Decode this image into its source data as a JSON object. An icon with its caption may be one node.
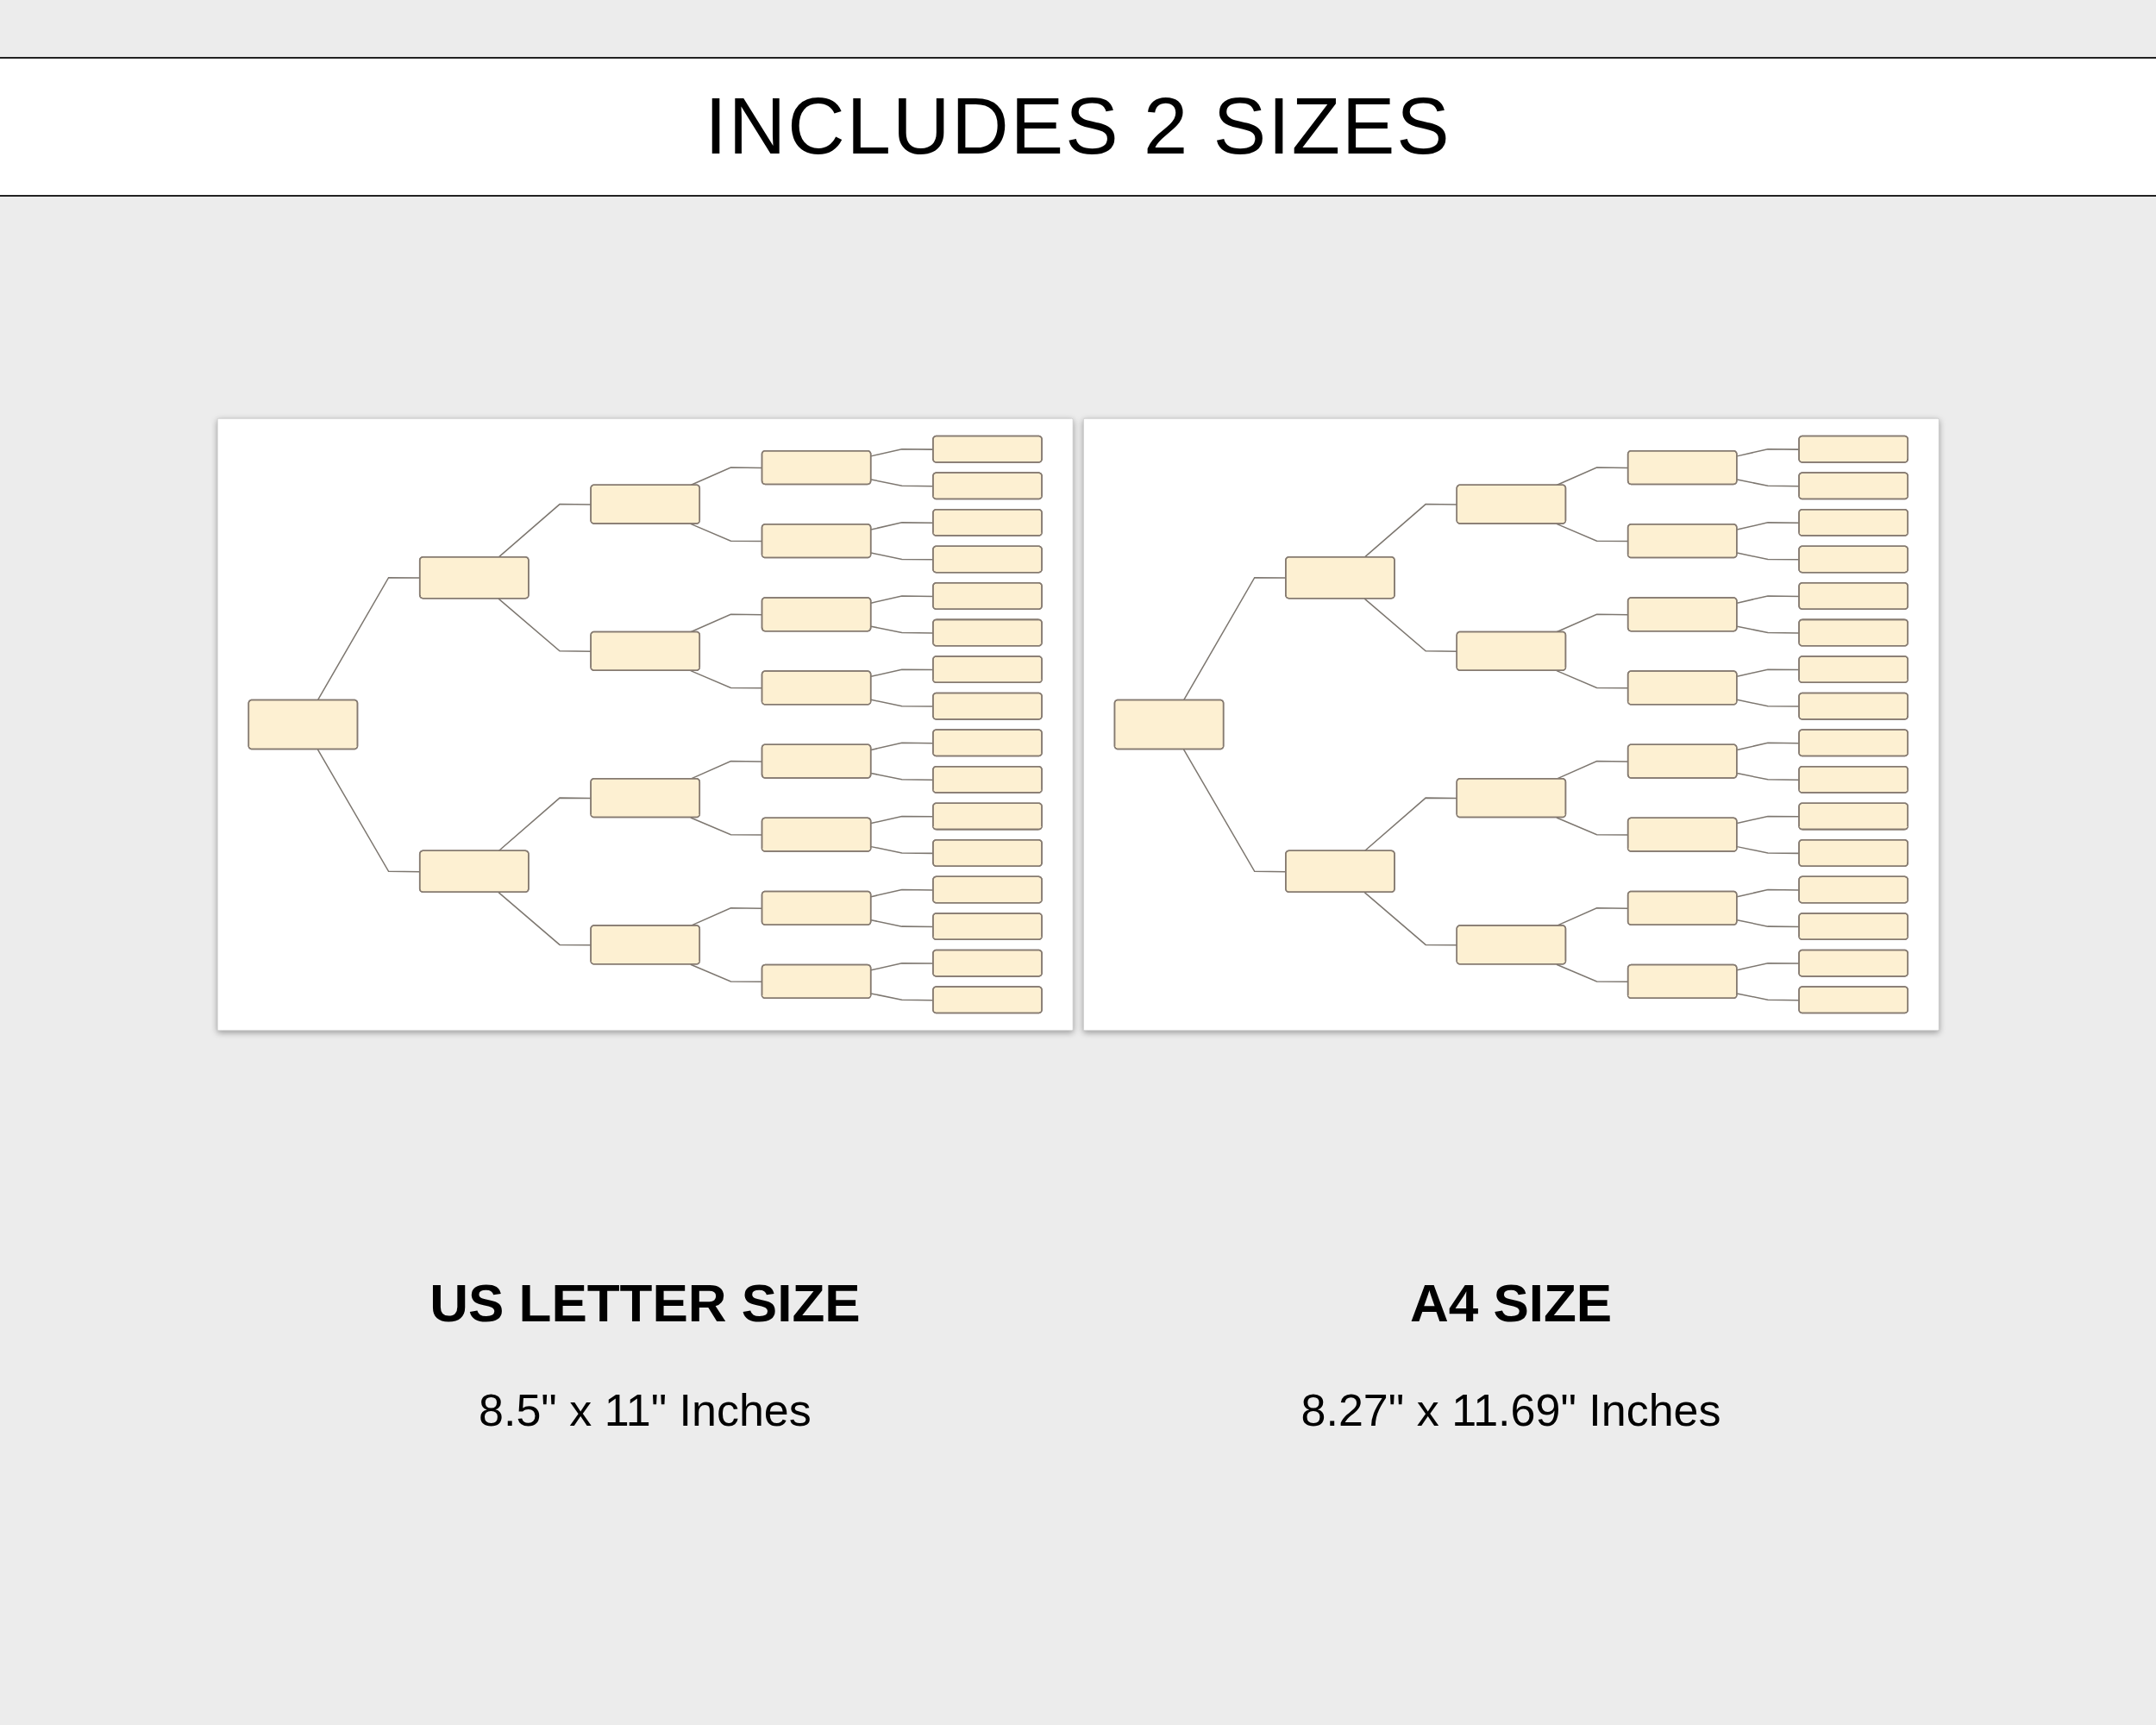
{
  "diagram": {
    "title": "INCLUDES 2 SIZES",
    "nodes": [
      {
        "text": [],
        "shape": "box",
        "beside": [
          "US LETTER SIZE",
          "8.5\" x 11\" Inches"
        ]
      },
      {
        "text": [],
        "shape": "box",
        "in": 0
      },
      {
        "text": [],
        "shape": "box",
        "in": 0
      },
      {
        "text": [],
        "shape": "box",
        "in": 0
      },
      {
        "text": [],
        "shape": "box",
        "in": 0
      },
      {
        "text": [],
        "shape": "box",
        "in": 0
      },
      {
        "text": [],
        "shape": "box",
        "in": 0
      },
      {
        "text": [],
        "shape": "box",
        "in": 0
      },
      {
        "text": [],
        "shape": "box",
        "in": 0
      },
      {
        "text": [],
        "shape": "box",
        "in": 0
      },
      {
        "text": [],
        "shape": "box",
        "in": 0
      },
      {
        "text": [],
        "shape": "box",
        "in": 0
      },
      {
        "text": [],
        "shape": "box",
        "in": 0
      },
      {
        "text": [],
        "shape": "box",
        "in": 0
      },
      {
        "text": [],
        "shape": "box",
        "in": 0
      },
      {
        "text": [],
        "shape": "box",
        "in": 0
      },
      {
        "text": [],
        "shape": "box",
        "in": 0
      },
      {
        "text": [],
        "shape": "box",
        "in": 0
      },
      {
        "text": [],
        "shape": "box",
        "in": 0
      },
      {
        "text": [],
        "shape": "box",
        "in": 0
      },
      {
        "text": [],
        "shape": "box",
        "in": 0
      },
      {
        "text": [],
        "shape": "box",
        "in": 0
      },
      {
        "text": [],
        "shape": "box",
        "in": 0
      },
      {
        "text": [],
        "shape": "box",
        "in": 0
      },
      {
        "text": [],
        "shape": "box",
        "in": 0
      },
      {
        "text": [],
        "shape": "box",
        "in": 0
      },
      {
        "text": [],
        "shape": "box",
        "in": 0
      },
      {
        "text": [],
        "shape": "box",
        "in": 0
      },
      {
        "text": [],
        "shape": "box",
        "in": 0
      },
      {
        "text": [],
        "shape": "box",
        "in": 0
      },
      {
        "text": [],
        "shape": "box",
        "in": 0
      },
      {
        "text": [],
        "shape": "box",
        "in": 0
      },
      {
        "text": [],
        "shape": "box",
        "beside": [
          "A4 SIZE",
          "8.27\" x 11.69\" Inches"
        ]
      },
      {
        "text": [],
        "shape": "box",
        "in": 32
      },
      {
        "text": [],
        "shape": "box",
        "in": 32
      },
      {
        "text": [],
        "shape": "box",
        "in": 32
      },
      {
        "text": [],
        "shape": "box",
        "in": 32
      },
      {
        "text": [],
        "shape": "box",
        "in": 32
      },
      {
        "text": [],
        "shape": "box",
        "in": 32
      },
      {
        "text": [],
        "shape": "box",
        "in": 32
      },
      {
        "text": [],
        "shape": "box",
        "in": 32
      },
      {
        "text": [],
        "shape": "box",
        "in": 32
      },
      {
        "text": [],
        "shape": "box",
        "in": 32
      },
      {
        "text": [],
        "shape": "box",
        "in": 32
      },
      {
        "text": [],
        "shape": "box",
        "in": 32
      },
      {
        "text": [],
        "shape": "box",
        "in": 32
      },
      {
        "text": [],
        "shape": "box",
        "in": 32
      },
      {
        "text": [],
        "shape": "box",
        "in": 32
      },
      {
        "text": [],
        "shape": "box",
        "in": 32
      },
      {
        "text": [],
        "shape": "box",
        "in": 32
      },
      {
        "text": [],
        "shape": "box",
        "in": 32
      },
      {
        "text": [],
        "shape": "box",
        "in": 32
      },
      {
        "text": [],
        "shape": "box",
        "in": 32
      },
      {
        "text": [],
        "shape": "box",
        "in": 32
      },
      {
        "text": [],
        "shape": "box",
        "in": 32
      },
      {
        "text": [],
        "shape": "box",
        "in": 32
      },
      {
        "text": [],
        "shape": "box",
        "in": 32
      },
      {
        "text": [],
        "shape": "box",
        "in": 32
      },
      {
        "text": [],
        "shape": "box",
        "in": 32
      },
      {
        "text": [],
        "shape": "box",
        "in": 32
      },
      {
        "text": [],
        "shape": "box",
        "in": 32
      },
      {
        "text": [],
        "shape": "box",
        "in": 32
      },
      {
        "text": [],
        "shape": "box",
        "in": 32
      },
      {
        "text": [],
        "shape": "box",
        "in": 32
      }
    ],
    "edges": [
      {
        "from": 1,
        "to": 2,
        "arrow": "none"
      },
      {
        "from": 1,
        "to": 3,
        "arrow": "none"
      },
      {
        "from": 2,
        "to": 4,
        "arrow": "none"
      },
      {
        "from": 2,
        "to": 5,
        "arrow": "none"
      },
      {
        "from": 3,
        "to": 6,
        "arrow": "none"
      },
      {
        "from": 3,
        "to": 7,
        "arrow": "none"
      },
      {
        "from": 4,
        "to": 8,
        "arrow": "none"
      },
      {
        "from": 4,
        "to": 9,
        "arrow": "none"
      },
      {
        "from": 5,
        "to": 10,
        "arrow": "none"
      },
      {
        "from": 5,
        "to": 11,
        "arrow": "none"
      },
      {
        "from": 6,
        "to": 12,
        "arrow": "none"
      },
      {
        "from": 6,
        "to": 13,
        "arrow": "none"
      },
      {
        "from": 7,
        "to": 14,
        "arrow": "none"
      },
      {
        "from": 7,
        "to": 15,
        "arrow": "none"
      },
      {
        "from": 8,
        "to": 16,
        "arrow": "none"
      },
      {
        "from": 8,
        "to": 17,
        "arrow": "none"
      },
      {
        "from": 9,
        "to": 18,
        "arrow": "none"
      },
      {
        "from": 9,
        "to": 19,
        "arrow": "none"
      },
      {
        "from": 10,
        "to": 20,
        "arrow": "none"
      },
      {
        "from": 10,
        "to": 21,
        "arrow": "none"
      },
      {
        "from": 11,
        "to": 22,
        "arrow": "none"
      },
      {
        "from": 11,
        "to": 23,
        "arrow": "none"
      },
      {
        "from": 12,
        "to": 24,
        "arrow": "none"
      },
      {
        "from": 12,
        "to": 25,
        "arrow": "none"
      },
      {
        "from": 13,
        "to": 26,
        "arrow": "none"
      },
      {
        "from": 13,
        "to": 27,
        "arrow": "none"
      },
      {
        "from": 14,
        "to": 28,
        "arrow": "none"
      },
      {
        "from": 14,
        "to": 29,
        "arrow": "none"
      },
      {
        "from": 15,
        "to": 30,
        "arrow": "none"
      },
      {
        "from": 15,
        "to": 31,
        "arrow": "none"
      },
      {
        "from": 33,
        "to": 34,
        "arrow": "none"
      },
      {
        "from": 33,
        "to": 35,
        "arrow": "none"
      },
      {
        "from": 34,
        "to": 36,
        "arrow": "none"
      },
      {
        "from": 34,
        "to": 37,
        "arrow": "none"
      },
      {
        "from": 35,
        "to": 38,
        "arrow": "none"
      },
      {
        "from": 35,
        "to": 39,
        "arrow": "none"
      },
      {
        "from": 36,
        "to": 40,
        "arrow": "none"
      },
      {
        "from": 36,
        "to": 41,
        "arrow": "none"
      },
      {
        "from": 37,
        "to": 42,
        "arrow": "none"
      },
      {
        "from": 37,
        "to": 43,
        "arrow": "none"
      },
      {
        "from": 38,
        "to": 44,
        "arrow": "none"
      },
      {
        "from": 38,
        "to": 45,
        "arrow": "none"
      },
      {
        "from": 39,
        "to": 46,
        "arrow": "none"
      },
      {
        "from": 39,
        "to": 47,
        "arrow": "none"
      },
      {
        "from": 40,
        "to": 48,
        "arrow": "none"
      },
      {
        "from": 40,
        "to": 49,
        "arrow": "none"
      },
      {
        "from": 41,
        "to": 50,
        "arrow": "none"
      },
      {
        "from": 41,
        "to": 51,
        "arrow": "none"
      },
      {
        "from": 42,
        "to": 52,
        "arrow": "none"
      },
      {
        "from": 42,
        "to": 53,
        "arrow": "none"
      },
      {
        "from": 43,
        "to": 54,
        "arrow": "none"
      },
      {
        "from": 43,
        "to": 55,
        "arrow": "none"
      },
      {
        "from": 44,
        "to": 56,
        "arrow": "none"
      },
      {
        "from": 44,
        "to": 57,
        "arrow": "none"
      },
      {
        "from": 45,
        "to": 58,
        "arrow": "none"
      },
      {
        "from": 45,
        "to": 59,
        "arrow": "none"
      },
      {
        "from": 46,
        "to": 60,
        "arrow": "none"
      },
      {
        "from": 46,
        "to": 61,
        "arrow": "none"
      },
      {
        "from": 47,
        "to": 62,
        "arrow": "none"
      },
      {
        "from": 47,
        "to": 63,
        "arrow": "none"
      }
    ]
  }
}
